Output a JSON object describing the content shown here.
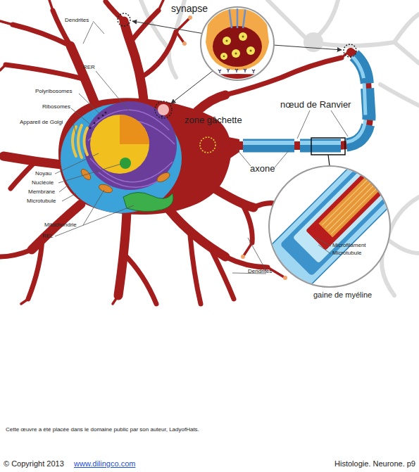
{
  "diagram": {
    "labels": [
      "synapse",
      "Dendrites",
      "RER",
      "Polyribosomes",
      "Ribosomes",
      "Appareil de Golgi",
      "zone gâchette",
      "nœud de Ranvier",
      "axone",
      "Noyau",
      "Nucléole",
      "Membrane",
      "Microtubule",
      "Mitochondrie",
      "REL",
      "Microfilament",
      "Microtubule",
      "gaine de myéline",
      "Dendrites",
      "Cette œuvre a été placée dans le domaine public par son auteur, LadyofHats.",
      "© Copyright 2013",
      "www.dilingco.com",
      "Histologie. Neurone. p9"
    ]
  }
}
